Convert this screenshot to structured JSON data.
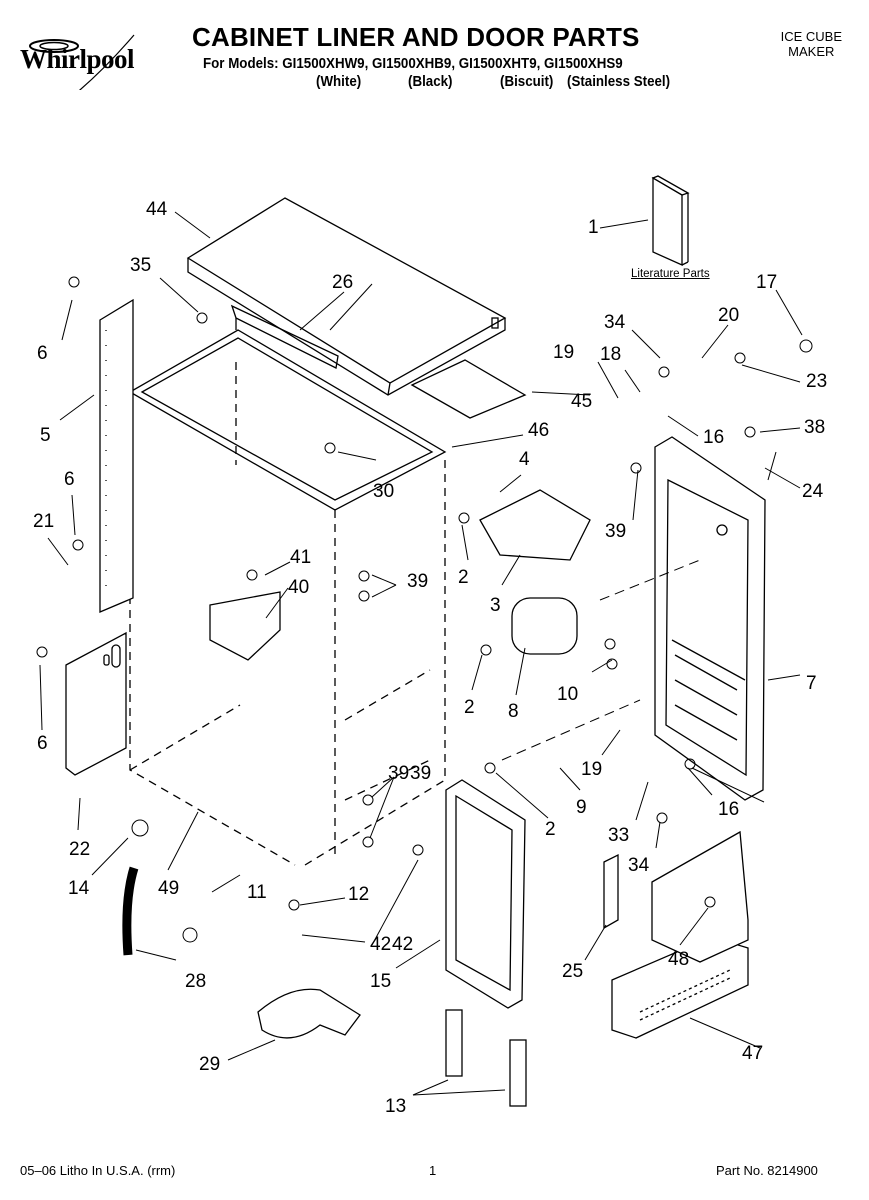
{
  "header": {
    "brand": "Whirlpool",
    "title": "CABINET LINER AND DOOR PARTS",
    "models": "For Models: GI1500XHW9, GI1500XHB9, GI1500XHT9, GI1500XHS9",
    "variants": [
      "(White)",
      "(Black)",
      "(Biscuit)",
      "(Stainless Steel)"
    ],
    "category_line1": "ICE CUBE",
    "category_line2": "MAKER"
  },
  "literature_parts": "Literature Parts",
  "part_labels": [
    "1",
    "2",
    "2",
    "2",
    "3",
    "4",
    "5",
    "6",
    "6",
    "6",
    "7",
    "8",
    "9",
    "10",
    "11",
    "12",
    "13",
    "14",
    "15",
    "16",
    "16",
    "17",
    "18",
    "19",
    "19",
    "20",
    "21",
    "22",
    "23",
    "24",
    "25",
    "26",
    "28",
    "29",
    "30",
    "33",
    "34",
    "34",
    "35",
    "38",
    "39",
    "39",
    "39",
    "39",
    "40",
    "41",
    "42",
    "42",
    "44",
    "45",
    "46",
    "47",
    "48",
    "49"
  ],
  "footer": {
    "litho": "05–06 Litho In U.S.A. (rrm)",
    "page": "1",
    "part_no": "Part No. 8214900"
  }
}
